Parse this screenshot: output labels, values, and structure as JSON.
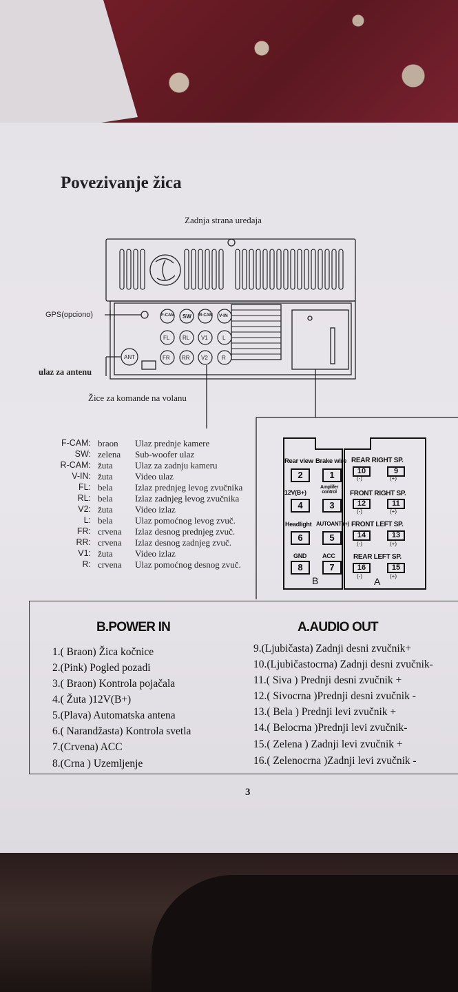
{
  "title": "Povezivanje žica",
  "subtitle": "Zadnja strana uređaja",
  "diagram": {
    "gps_label": "GPS(opciono)",
    "antenna_label": "ulaz za antenu",
    "steering_label": "Žice za komande na volanu",
    "port_labels": [
      "F-CAM",
      "SW",
      "R-CAM",
      "V-IN",
      "FL",
      "RL",
      "V1",
      "L",
      "ANT",
      "FR",
      "RR",
      "V2",
      "R"
    ]
  },
  "wires": [
    {
      "code": "F-CAM:",
      "color": "braon",
      "desc": "Ulaz prednje kamere"
    },
    {
      "code": "SW:",
      "color": "zelena",
      "desc": "Sub-woofer ulaz"
    },
    {
      "code": "R-CAM:",
      "color": "žuta",
      "desc": "Ulaz za zadnju kameru"
    },
    {
      "code": "V-IN:",
      "color": "žuta",
      "desc": "Video ulaz"
    },
    {
      "code": "FL:",
      "color": "bela",
      "desc": "Izlaz prednjeg levog zvučnika"
    },
    {
      "code": "RL:",
      "color": "bela",
      "desc": "Izlaz zadnjeg levog zvučnika"
    },
    {
      "code": "V2:",
      "color": "žuta",
      "desc": "Video izlaz"
    },
    {
      "code": "L:",
      "color": "bela",
      "desc": "Ulaz pomoćnog levog zvuč."
    },
    {
      "code": "FR:",
      "color": "crvena",
      "desc": "Izlaz desnog prednjeg zvuč."
    },
    {
      "code": "RR:",
      "color": "crvena",
      "desc": "Izlaz desnog zadnjeg zvuč."
    },
    {
      "code": "V1:",
      "color": "žuta",
      "desc": "Video izlaz"
    },
    {
      "code": "R:",
      "color": "crvena",
      "desc": "Ulaz pomoćnog desnog zvuč."
    }
  ],
  "connector": {
    "b_labels": [
      "Rear view",
      "Brake wire",
      "12V(B+)",
      "Amplifer control",
      "Headlight",
      "AUTOANT (+)",
      "GND",
      "ACC"
    ],
    "b_pins": [
      "2",
      "1",
      "4",
      "3",
      "6",
      "5",
      "8",
      "7"
    ],
    "a_labels": [
      "REAR RIGHT SP.",
      "FRONT RIGHT SP.",
      "FRONT LEFT SP.",
      "REAR LEFT SP."
    ],
    "a_pins": [
      "10",
      "9",
      "12",
      "11",
      "14",
      "13",
      "16",
      "15"
    ],
    "neg": "(-)",
    "pos": "(+)",
    "b_letter": "B",
    "a_letter": "A"
  },
  "power_in": {
    "heading": "B.POWER IN",
    "items": [
      "1.( Braon)  Žica kočnice",
      "2.(Pink)  Pogled pozadi",
      "3.( Braon) Kontrola pojačala",
      "4.( Žuta )12V(B+)",
      "5.(Plava) Automatska antena",
      "6.( Narandžasta) Kontrola svetla",
      "7.(Crvena) ACC",
      "8.(Crna )  Uzemljenje"
    ]
  },
  "audio_out": {
    "heading": "A.AUDIO OUT",
    "items": [
      "9.(Ljubičasta) Zadnji desni zvučnik+",
      "10.(Ljubičastocrna) Zadnji desni zvučnik-",
      "11.( Siva ) Prednji desni zvučnik +",
      "12.( Sivocrna )Prednji desni zvučnik -",
      "13.(  Bela  ) Prednji levi zvučnik  +",
      "14.(  Belocrna  )Prednji levi zvučnik-",
      "15.(  Zelena ) Zadnji levi zvučnik +",
      "16.( Zelenocrna  )Zadnji levi zvučnik -"
    ]
  },
  "page_number": "3"
}
